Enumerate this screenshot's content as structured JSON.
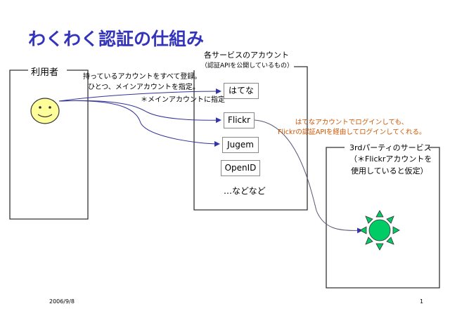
{
  "title": "わくわく認証の仕組み",
  "user_box": {
    "label": "利用者",
    "note_line1": "持っているアカウントをすべて登録。",
    "note_line2": "ひとつ、メインアカウントを指定。",
    "main_note": "＊メインアカウントに指定"
  },
  "accounts_box": {
    "label_line1": "各サービスのアカウント",
    "label_line2": "（認証APIを公開しているもの）",
    "services": [
      "はてな",
      "Flickr",
      "Jugem",
      "OpenID"
    ],
    "etc": "…などなど"
  },
  "callout": {
    "line1": "はてなアカウントでログインしても、",
    "line2": "Flickrの認証APIを経由してログインしてくれる。"
  },
  "third_party_box": {
    "label": "3rdパーティのサービス",
    "sub_line1": "（＊Flickrアカウントを",
    "sub_line2": "使用していると仮定）"
  },
  "footer": {
    "date": "2006/9/8",
    "page": "1"
  },
  "colors": {
    "title": "#3333bb",
    "arrow": "#333399",
    "callout": "#cc5500",
    "smiley": "#ffff99",
    "sun": "#00cc66"
  }
}
